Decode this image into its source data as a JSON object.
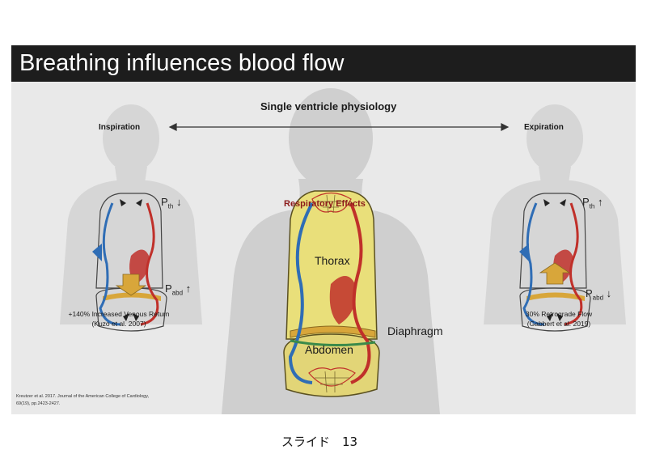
{
  "slide": {
    "title": "Breathing influences blood flow",
    "subtitle": "Single ventricle physiology",
    "left_label": "Inspiration",
    "right_label": "Expiration",
    "center_title": "Respiratory Effects",
    "regions": {
      "thorax": "Thorax",
      "abdomen": "Abdomen",
      "diaphragm": "Diaphragm"
    },
    "left": {
      "p_th": "P",
      "p_th_sub": "th",
      "p_th_arrow": "↓",
      "p_abd": "P",
      "p_abd_sub": "abd",
      "p_abd_arrow": "↑",
      "caption_line1": "+140% Increased Venous Return",
      "caption_line2": "(Kuzo et al. 2007)"
    },
    "right": {
      "p_th": "P",
      "p_th_sub": "th",
      "p_th_arrow": "↑",
      "p_abd": "P",
      "p_abd_sub": "abd",
      "p_abd_arrow": "↓",
      "caption_line1": "30% Retrograde Flow",
      "caption_line2": "(Gabbert et al. 2019)"
    },
    "citation_line1": "Kreutzer et al. 2017. Journal of the American College of Cardiology,",
    "citation_line2": "69(19), pp.2423-2427."
  },
  "footer": "スライド　13",
  "colors": {
    "title_bar": "#1d1d1d",
    "venous": "#2f6db5",
    "arterial": "#c0302a",
    "thorax_fill": "#e9df7a",
    "diaphragm": "#d8a63a",
    "respiratory_title": "#8b1a1a"
  }
}
